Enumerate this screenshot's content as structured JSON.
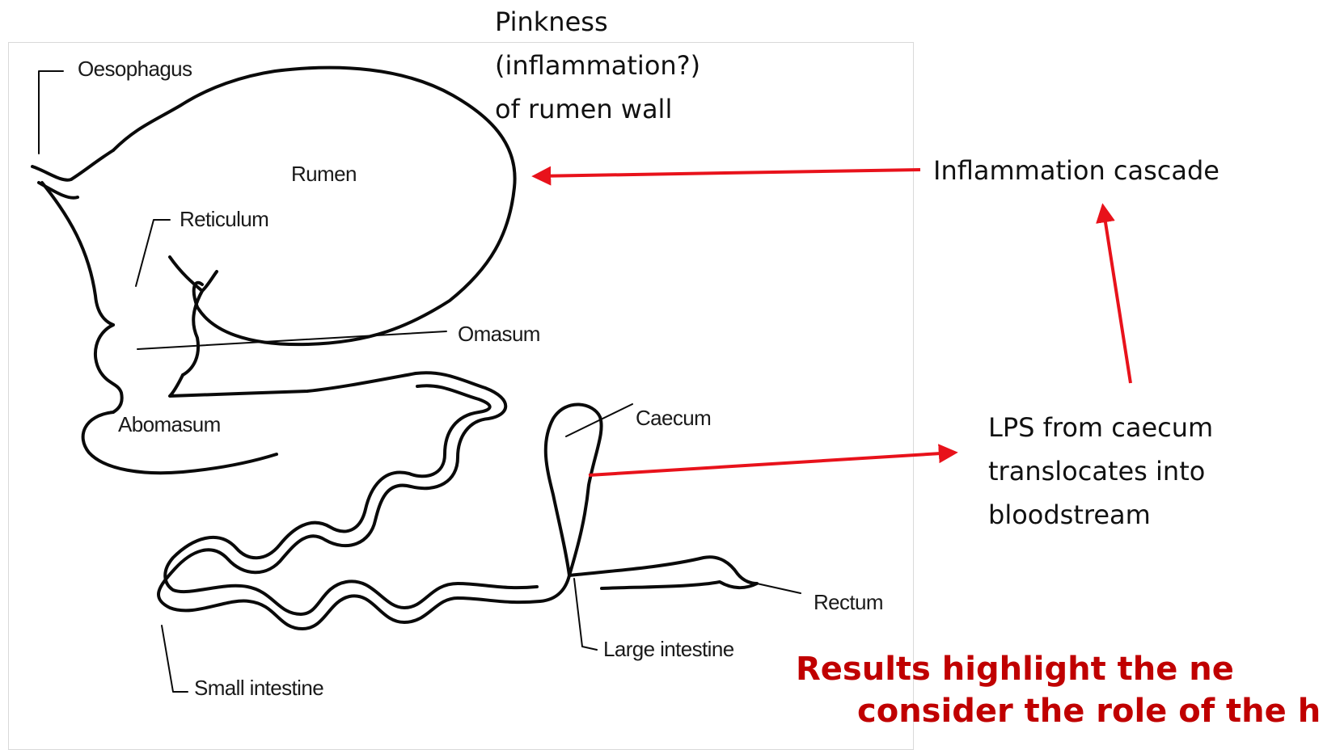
{
  "diagram": {
    "labels": {
      "oesophagus": "Oesophagus",
      "rumen": "Rumen",
      "reticulum": "Reticulum",
      "omasum": "Omasum",
      "abomasum": "Abomasum",
      "caecum": "Caecum",
      "rectum": "Rectum",
      "large_intestine": "Large intestine",
      "small_intestine": "Small intestine"
    }
  },
  "callouts": {
    "pinkness": [
      "Pinkness",
      "(inflammation?)",
      "of rumen wall"
    ],
    "inflammation_cascade": "Inflammation cascade",
    "lps": [
      "LPS from caecum",
      "translocates into",
      "bloodstream"
    ]
  },
  "conclusion": {
    "line1": "Results highlight the ne",
    "line2": "consider the role of the h",
    "color": "#c00000"
  },
  "colors": {
    "arrow": "#e8121b",
    "outline": "#0a0a0a"
  }
}
